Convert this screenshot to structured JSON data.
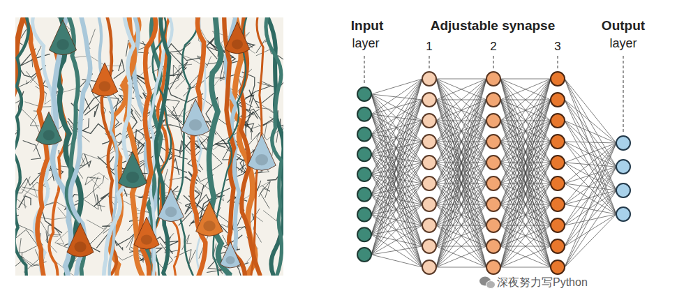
{
  "diagram": {
    "labels": [
      "Input",
      "layer",
      "Adjustable synapse",
      "1",
      "2",
      "3",
      "Output",
      "layer",
      "深夜努力写Python"
    ]
  }
}
